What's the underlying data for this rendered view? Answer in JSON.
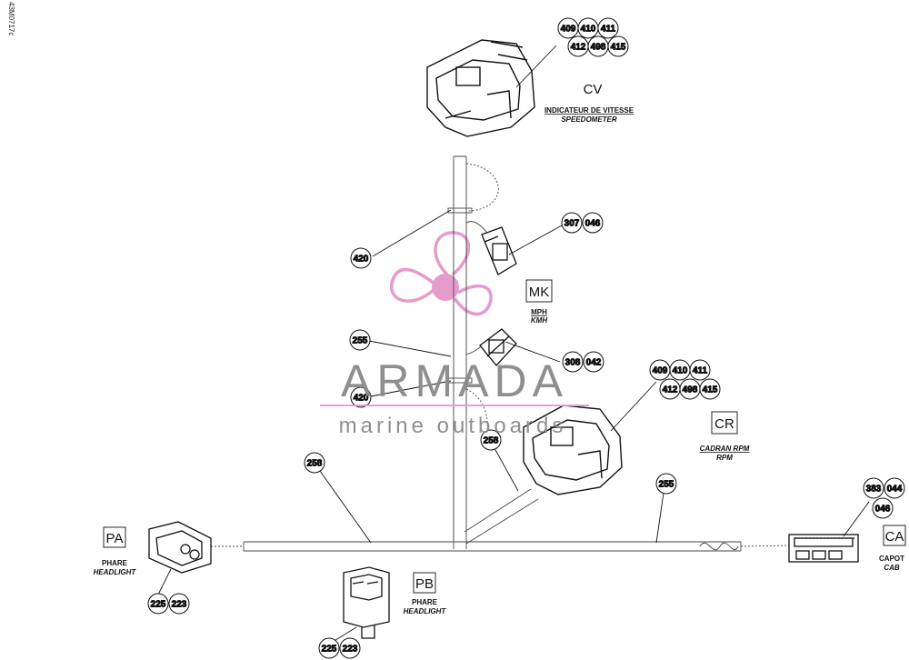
{
  "document_id": "43M0717c",
  "watermark": {
    "brand": "ARMADA",
    "tagline": "marine outboards",
    "accent_color": "#e59ccc",
    "text_color": "#8a8a8a"
  },
  "connectors": [
    {
      "code": "CV",
      "name": "INDICATEUR DE VITESSE",
      "subname": "SPEEDOMETER"
    },
    {
      "code": "MK",
      "name": "MPH",
      "subname": "KMH"
    },
    {
      "code": "CR",
      "name": "CADRAN RPM",
      "subname": "RPM"
    },
    {
      "code": "CA",
      "name": "CAPOT",
      "subname": "CAB"
    },
    {
      "code": "PA",
      "name": "PHARE",
      "subname": "HEADLIGHT"
    },
    {
      "code": "PB",
      "name": "PHARE",
      "subname": "HEADLIGHT"
    }
  ],
  "callouts": {
    "cv": [
      "409",
      "410",
      "411",
      "412",
      "498",
      "415"
    ],
    "mk": [
      "307",
      "046"
    ],
    "mk2": [
      "308",
      "042"
    ],
    "cr": [
      "409",
      "410",
      "411",
      "412",
      "498",
      "415"
    ],
    "ca": [
      "383",
      "044",
      "046"
    ],
    "pa": [
      "225",
      "223"
    ],
    "pb": [
      "225",
      "223"
    ],
    "clip_top": "420",
    "clip_mid": "420",
    "harness_mk": "255",
    "harness_cr_branch": "258",
    "harness_main_left": "258",
    "harness_main_right": "255"
  }
}
